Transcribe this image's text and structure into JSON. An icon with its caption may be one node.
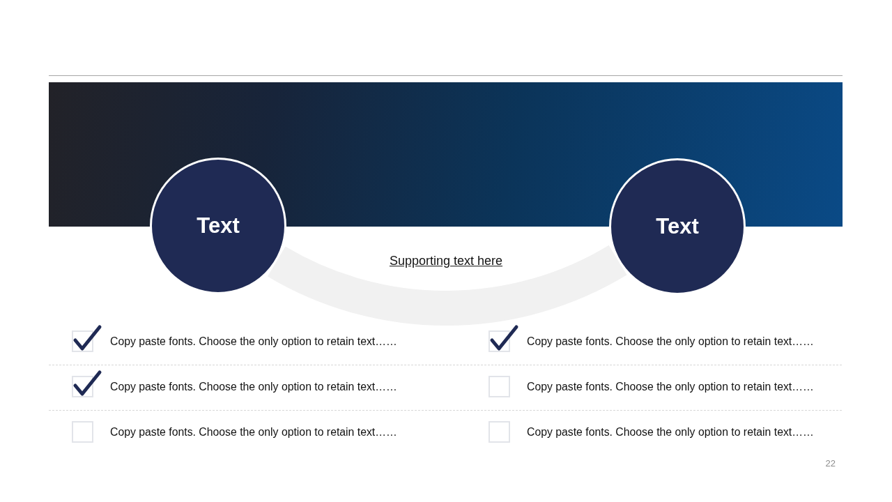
{
  "diagram": {
    "nodes": [
      {
        "text": [
          "Text"
        ]
      },
      {
        "text": [
          "Text"
        ]
      },
      {
        "text": [],
        "shape": "checked-box",
        "beside": [
          "Copy paste fonts. Choose the only option to retain text……"
        ]
      },
      {
        "text": [],
        "shape": "checked-box",
        "beside": [
          "Copy paste fonts. Choose the only option to retain text……"
        ]
      },
      {
        "text": [],
        "shape": "checked-box",
        "beside": [
          "Copy paste fonts. Choose the only option to retain text……"
        ]
      },
      {
        "text": [],
        "shape": "box",
        "beside": [
          "Copy paste fonts. Choose the only option to retain text……"
        ]
      },
      {
        "text": [],
        "shape": "box",
        "beside": [
          "Copy paste fonts. Choose the only option to retain text……"
        ]
      },
      {
        "text": [],
        "shape": "box",
        "beside": [
          "Copy paste fonts. Choose the only option to retain text……"
        ]
      }
    ],
    "edges": [
      {
        "from": 0,
        "to": 1,
        "arrow": "none"
      }
    ],
    "labels": [
      "Supporting text here",
      "22"
    ]
  }
}
